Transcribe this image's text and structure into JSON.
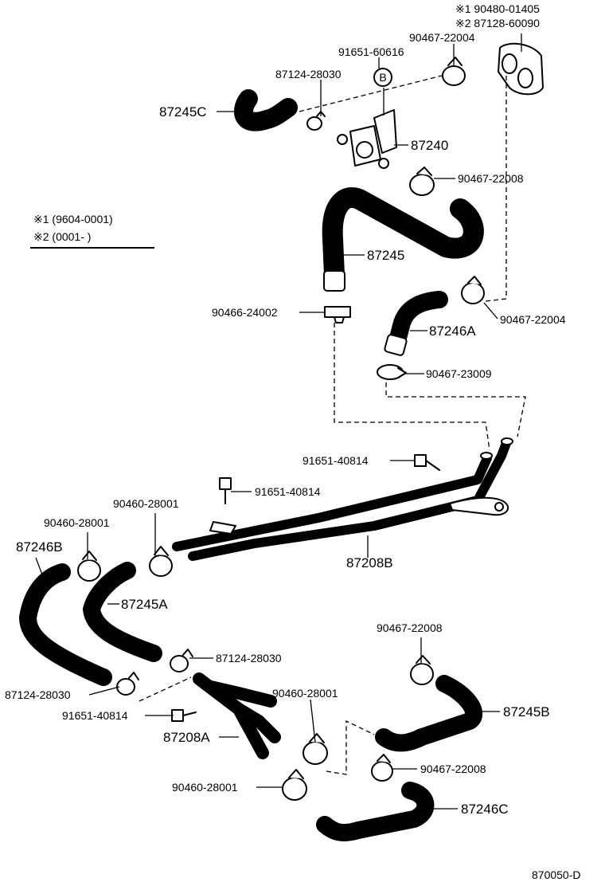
{
  "labels": {
    "n90480_01405": "※1 90480-01405",
    "n87128_60090": "※2 87128-60090",
    "n90467_22004_top": "90467-22004",
    "n91651_60616": "91651-60616",
    "b_marker": "B",
    "n87124_28030_top": "87124-28030",
    "n87245C": "87245C",
    "n87240": "87240",
    "n90467_22008_a": "90467-22008",
    "n87245": "87245",
    "n90467_22004_mid": "90467-22004",
    "n90466_24002": "90466-24002",
    "n87246A": "87246A",
    "n90467_23009": "90467-23009",
    "n91651_40814_a": "91651-40814",
    "n91651_40814_b": "91651-40814",
    "n90460_28001_a": "90460-28001",
    "n90460_28001_b": "90460-28001",
    "n87246B": "87246B",
    "n87208B": "87208B",
    "n87245A": "87245A",
    "n87124_28030_b": "87124-28030",
    "n87124_28030_c": "87124-28030",
    "n91651_40814_c": "91651-40814",
    "n87208A": "87208A",
    "n90460_28001_c": "90460-28001",
    "n90460_28001_d": "90460-28001",
    "n90467_22008_b": "90467-22008",
    "n87245B": "87245B",
    "n90467_22008_c": "90467-22008",
    "n87246C": "87246C",
    "footer_code": "870050-D"
  },
  "legend": {
    "note1": "※1 (9604-0001)",
    "note2": "※2 (0001-        )"
  }
}
